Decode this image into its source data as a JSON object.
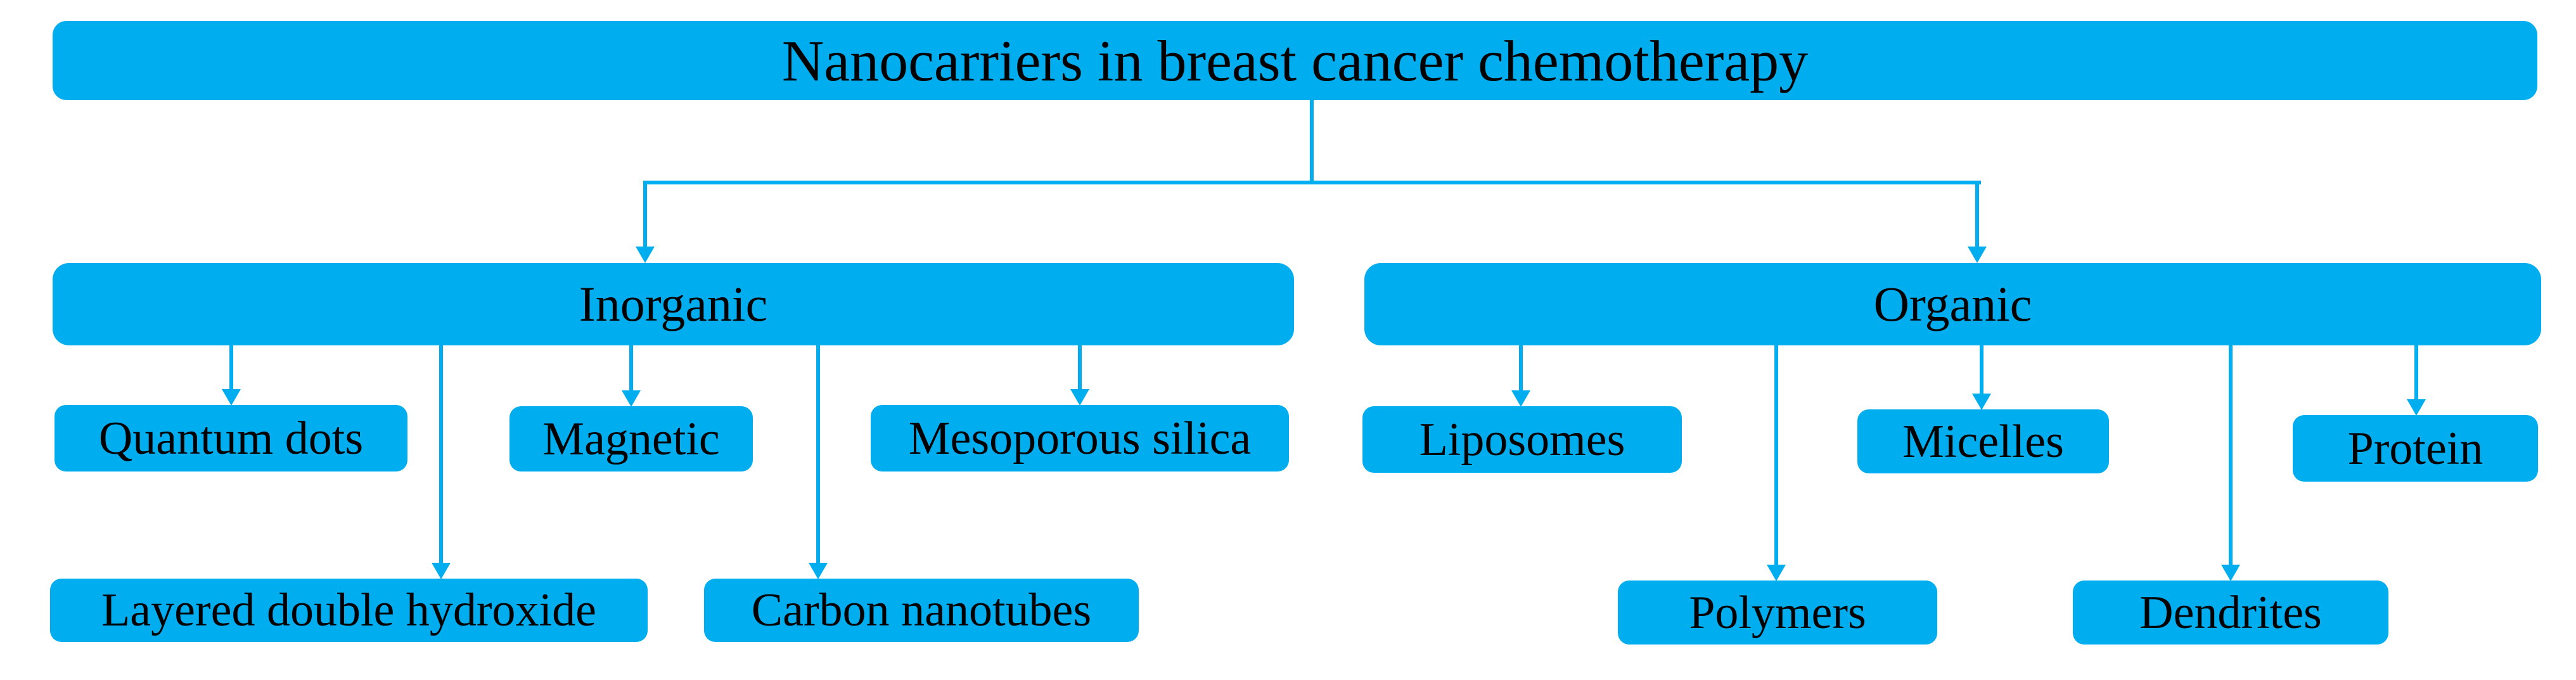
{
  "diagram": {
    "type": "tree",
    "root": {
      "label": "Nanocarriers in breast cancer chemotherapy"
    },
    "branches": [
      {
        "label": "Inorganic",
        "children": [
          {
            "label": "Quantum dots"
          },
          {
            "label": "Magnetic"
          },
          {
            "label": "Mesoporous silica"
          },
          {
            "label": "Layered double hydroxide"
          },
          {
            "label": "Carbon nanotubes"
          }
        ]
      },
      {
        "label": "Organic",
        "children": [
          {
            "label": "Liposomes"
          },
          {
            "label": "Micelles"
          },
          {
            "label": "Protein"
          },
          {
            "label": "Polymers"
          },
          {
            "label": "Dendrites"
          }
        ]
      }
    ]
  },
  "colors": {
    "node_fill": "#00AEEF",
    "connector": "#00AEEF",
    "text": "#000000",
    "background": "#FFFFFF"
  }
}
